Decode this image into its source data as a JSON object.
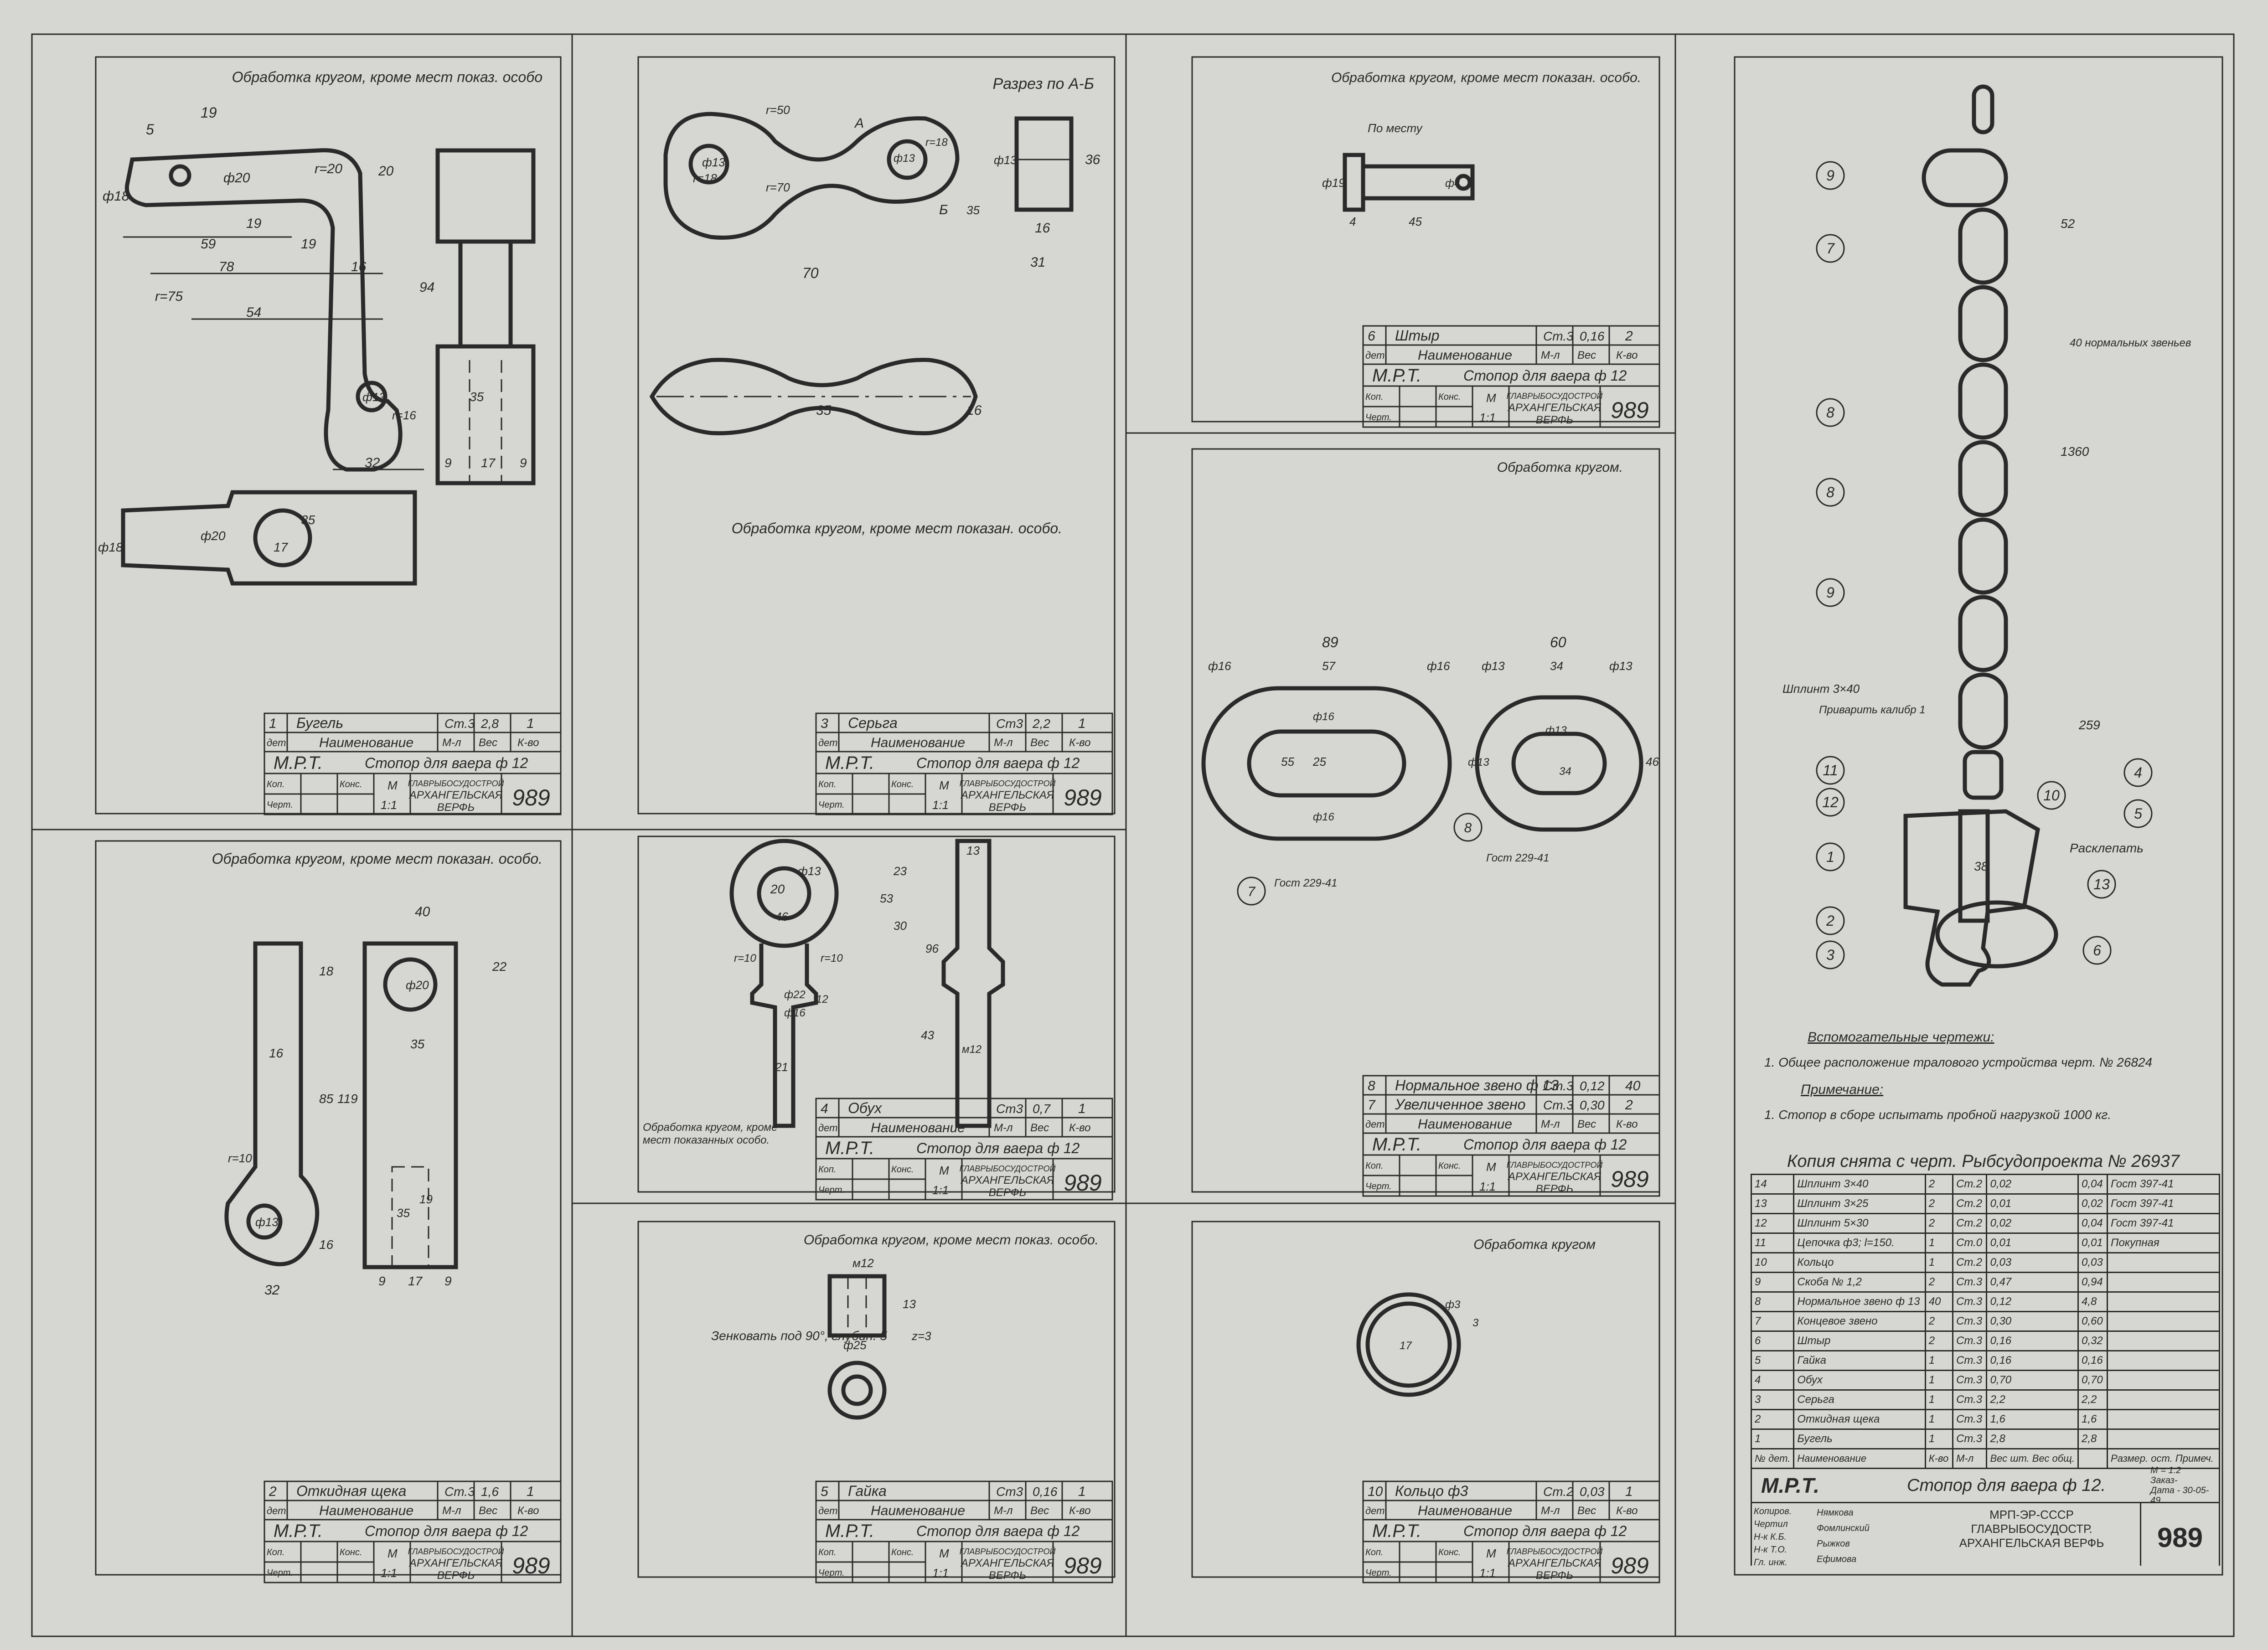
{
  "sheet": {
    "drawing_number": "989",
    "factory": "ГЛАВРЫБОСУДОСТРОЙ АРХАНГЕЛЬСКАЯ ВЕРФЬ",
    "factory_full": "МРП-ЭР-СССР ГЛАВРЫБОСУДОСТР. АРХАНГЕЛЬСКАЯ ВЕРФЬ",
    "product": "Стопор для ваера ф 12",
    "series": "М.Р.Т."
  },
  "title_block_labels": {
    "det": "дет.",
    "name": "Наименование",
    "material": "М-л",
    "weight": "Вес",
    "qty": "К-во",
    "kop": "Коп.",
    "check": "Конс.",
    "draw": "Черт.",
    "scale_m": "М",
    "scale": "1:1"
  },
  "panels": {
    "p1": {
      "note": "Обработка кругом, кроме мест показ. особо",
      "det": "1",
      "name": "Бугель",
      "mat": "Ст.3",
      "weight": "2,8",
      "qty": "1",
      "dims": [
        "5",
        "19",
        "ф20",
        "ф18",
        "r=20",
        "20",
        "19",
        "59",
        "19",
        "78",
        "16",
        "94",
        "r=75",
        "54",
        "ф13",
        "r=16",
        "35",
        "32",
        "9",
        "17",
        "9",
        "ф18",
        "ф20",
        "17",
        "35"
      ]
    },
    "p2": {
      "note": "Обработка кругом, кроме мест показан. особо.",
      "det": "2",
      "name": "Откидная щека",
      "mat": "Ст.3",
      "weight": "1,6",
      "qty": "1",
      "dims": [
        "40",
        "18",
        "22",
        "ф20",
        "16",
        "35",
        "85",
        "119",
        "r=10",
        "ф13",
        "16",
        "35",
        "19",
        "32",
        "9",
        "17",
        "9"
      ]
    },
    "p3": {
      "note": "Обработка кругом, кроме мест показан. особо.",
      "section": "Разрез по А-Б",
      "det": "3",
      "name": "Серьга",
      "mat": "Ст3",
      "weight": "2,2",
      "qty": "1",
      "dims": [
        "r=50",
        "r=18",
        "ф13",
        "r=70",
        "ф13",
        "r=18",
        "70",
        "36",
        "ф13",
        "16",
        "35",
        "31",
        "35",
        "16",
        "А",
        "Б"
      ]
    },
    "p4": {
      "note": "Обработка кругом, кроме мест показанных особо.",
      "det": "4",
      "name": "Обух",
      "mat": "Ст3",
      "weight": "0,7",
      "qty": "1",
      "dims": [
        "20",
        "ф13",
        "46",
        "r=10",
        "r=10",
        "23",
        "30",
        "53",
        "ф22",
        "ф16",
        "12",
        "43",
        "96",
        "21",
        "13",
        "м12"
      ]
    },
    "p5": {
      "note": "Обработка кругом, кроме мест показ. особо.",
      "det": "5",
      "name": "Гайка",
      "mat": "Ст3",
      "weight": "0,16",
      "qty": "1",
      "hint": "Зенковать под 90°, глубин. 5",
      "dims": [
        "м12",
        "13",
        "ф25",
        "z=3"
      ]
    },
    "p6": {
      "note": "Обработка кругом, кроме мест показан. особо.",
      "det": "6",
      "name": "Штыр",
      "mat": "Ст.3",
      "weight": "0,16",
      "qty": "2",
      "hint": "По месту",
      "dims": [
        "ф19",
        "4",
        "45",
        "ф4"
      ]
    },
    "p78": {
      "note": "Обработка кругом.",
      "dims": [
        "89",
        "60",
        "ф16",
        "57",
        "ф16",
        "ф13",
        "34",
        "ф13",
        "55",
        "25",
        "ф16",
        "ф16",
        "ф13",
        "ф13",
        "34",
        "46"
      ],
      "std7": "Гост 229-41",
      "std8": "Гост 229-41",
      "rows": [
        {
          "det": "8",
          "name": "Нормальное звено ф 13",
          "mat": "Ст.3",
          "weight": "0,12",
          "qty": "40"
        },
        {
          "det": "7",
          "name": "Увеличенное звено",
          "mat": "Ст.3",
          "weight": "0,30",
          "qty": "2"
        }
      ]
    },
    "p10": {
      "note": "Обработка кругом",
      "det": "10",
      "name": "Кольцо ф3",
      "mat": "Ст.2",
      "weight": "0,03",
      "qty": "1",
      "dims": [
        "ф3",
        "17",
        "3"
      ]
    }
  },
  "assembly": {
    "dims": [
      "52",
      "1360",
      "40 нормальных звеньев",
      "259",
      "38"
    ],
    "notes": [
      "Шплинт 3×40",
      "Приварить калибр 1",
      "Расклепать"
    ],
    "balloons": [
      "9",
      "7",
      "8",
      "8",
      "9",
      "11",
      "12",
      "1",
      "2",
      "3",
      "4",
      "10",
      "5",
      "13",
      "6"
    ],
    "aux_title": "Вспомогательные чертежи:",
    "aux_line": "1. Общее расположение тралового устройства черт. № 26824",
    "remark_title": "Примечание:",
    "remark_line": "1. Стопор в сборе испытать пробной нагрузкой 1000 кг.",
    "copy_note": "Копия снята с черт. Рыбсудопроекта № 26937"
  },
  "spec_table": {
    "headers": [
      "№ дет.",
      "Наименование",
      "К-во",
      "М-л",
      "Вес шт.",
      "Вес общ.",
      "Размер. ост.",
      "Примеч."
    ],
    "rows": [
      [
        "14",
        "Шплинт 3×40",
        "2",
        "Ст.2",
        "0,02",
        "0,04",
        "Гост 397-41"
      ],
      [
        "13",
        "Шплинт 3×25",
        "2",
        "Ст.2",
        "0,01",
        "0,02",
        "Гост 397-41"
      ],
      [
        "12",
        "Шплинт 5×30",
        "2",
        "Ст.2",
        "0,02",
        "0,04",
        "Гост 397-41"
      ],
      [
        "11",
        "Цепочка ф3; l=150.",
        "1",
        "Ст.0",
        "0,01",
        "0,01",
        "Покупная"
      ],
      [
        "10",
        "Кольцо",
        "1",
        "Ст.2",
        "0,03",
        "0,03",
        ""
      ],
      [
        "9",
        "Скоба № 1,2",
        "2",
        "Ст.3",
        "0,47",
        "0,94",
        ""
      ],
      [
        "8",
        "Нормальное звено ф 13",
        "40",
        "Ст.3",
        "0,12",
        "4,8",
        ""
      ],
      [
        "7",
        "Концевое звено",
        "2",
        "Ст.3",
        "0,30",
        "0,60",
        ""
      ],
      [
        "6",
        "Штыр",
        "2",
        "Ст.3",
        "0,16",
        "0,32",
        ""
      ],
      [
        "5",
        "Гайка",
        "1",
        "Ст.3",
        "0,16",
        "0,16",
        ""
      ],
      [
        "4",
        "Обух",
        "1",
        "Ст.3",
        "0,70",
        "0,70",
        ""
      ],
      [
        "3",
        "Серьга",
        "1",
        "Ст.3",
        "2,2",
        "2,2",
        ""
      ],
      [
        "2",
        "Откидная щека",
        "1",
        "Ст.3",
        "1,6",
        "1,6",
        ""
      ],
      [
        "1",
        "Бугель",
        "1",
        "Ст.3",
        "2,8",
        "2,8",
        ""
      ]
    ],
    "footer": {
      "series": "М.Р.Т.",
      "title": "Стопор для ваера ф 12.",
      "scale": "М = 1:2",
      "order": "Заказ-",
      "date": "Дата - 30-05-49"
    },
    "people": [
      "Копиров.",
      "Чертил",
      "Н-к К.Б.",
      "Н-к Т.О.",
      "Гл. инж."
    ],
    "names": [
      "Нямкова",
      "Фомлинский",
      "Рыжков",
      "Ефимова"
    ]
  }
}
